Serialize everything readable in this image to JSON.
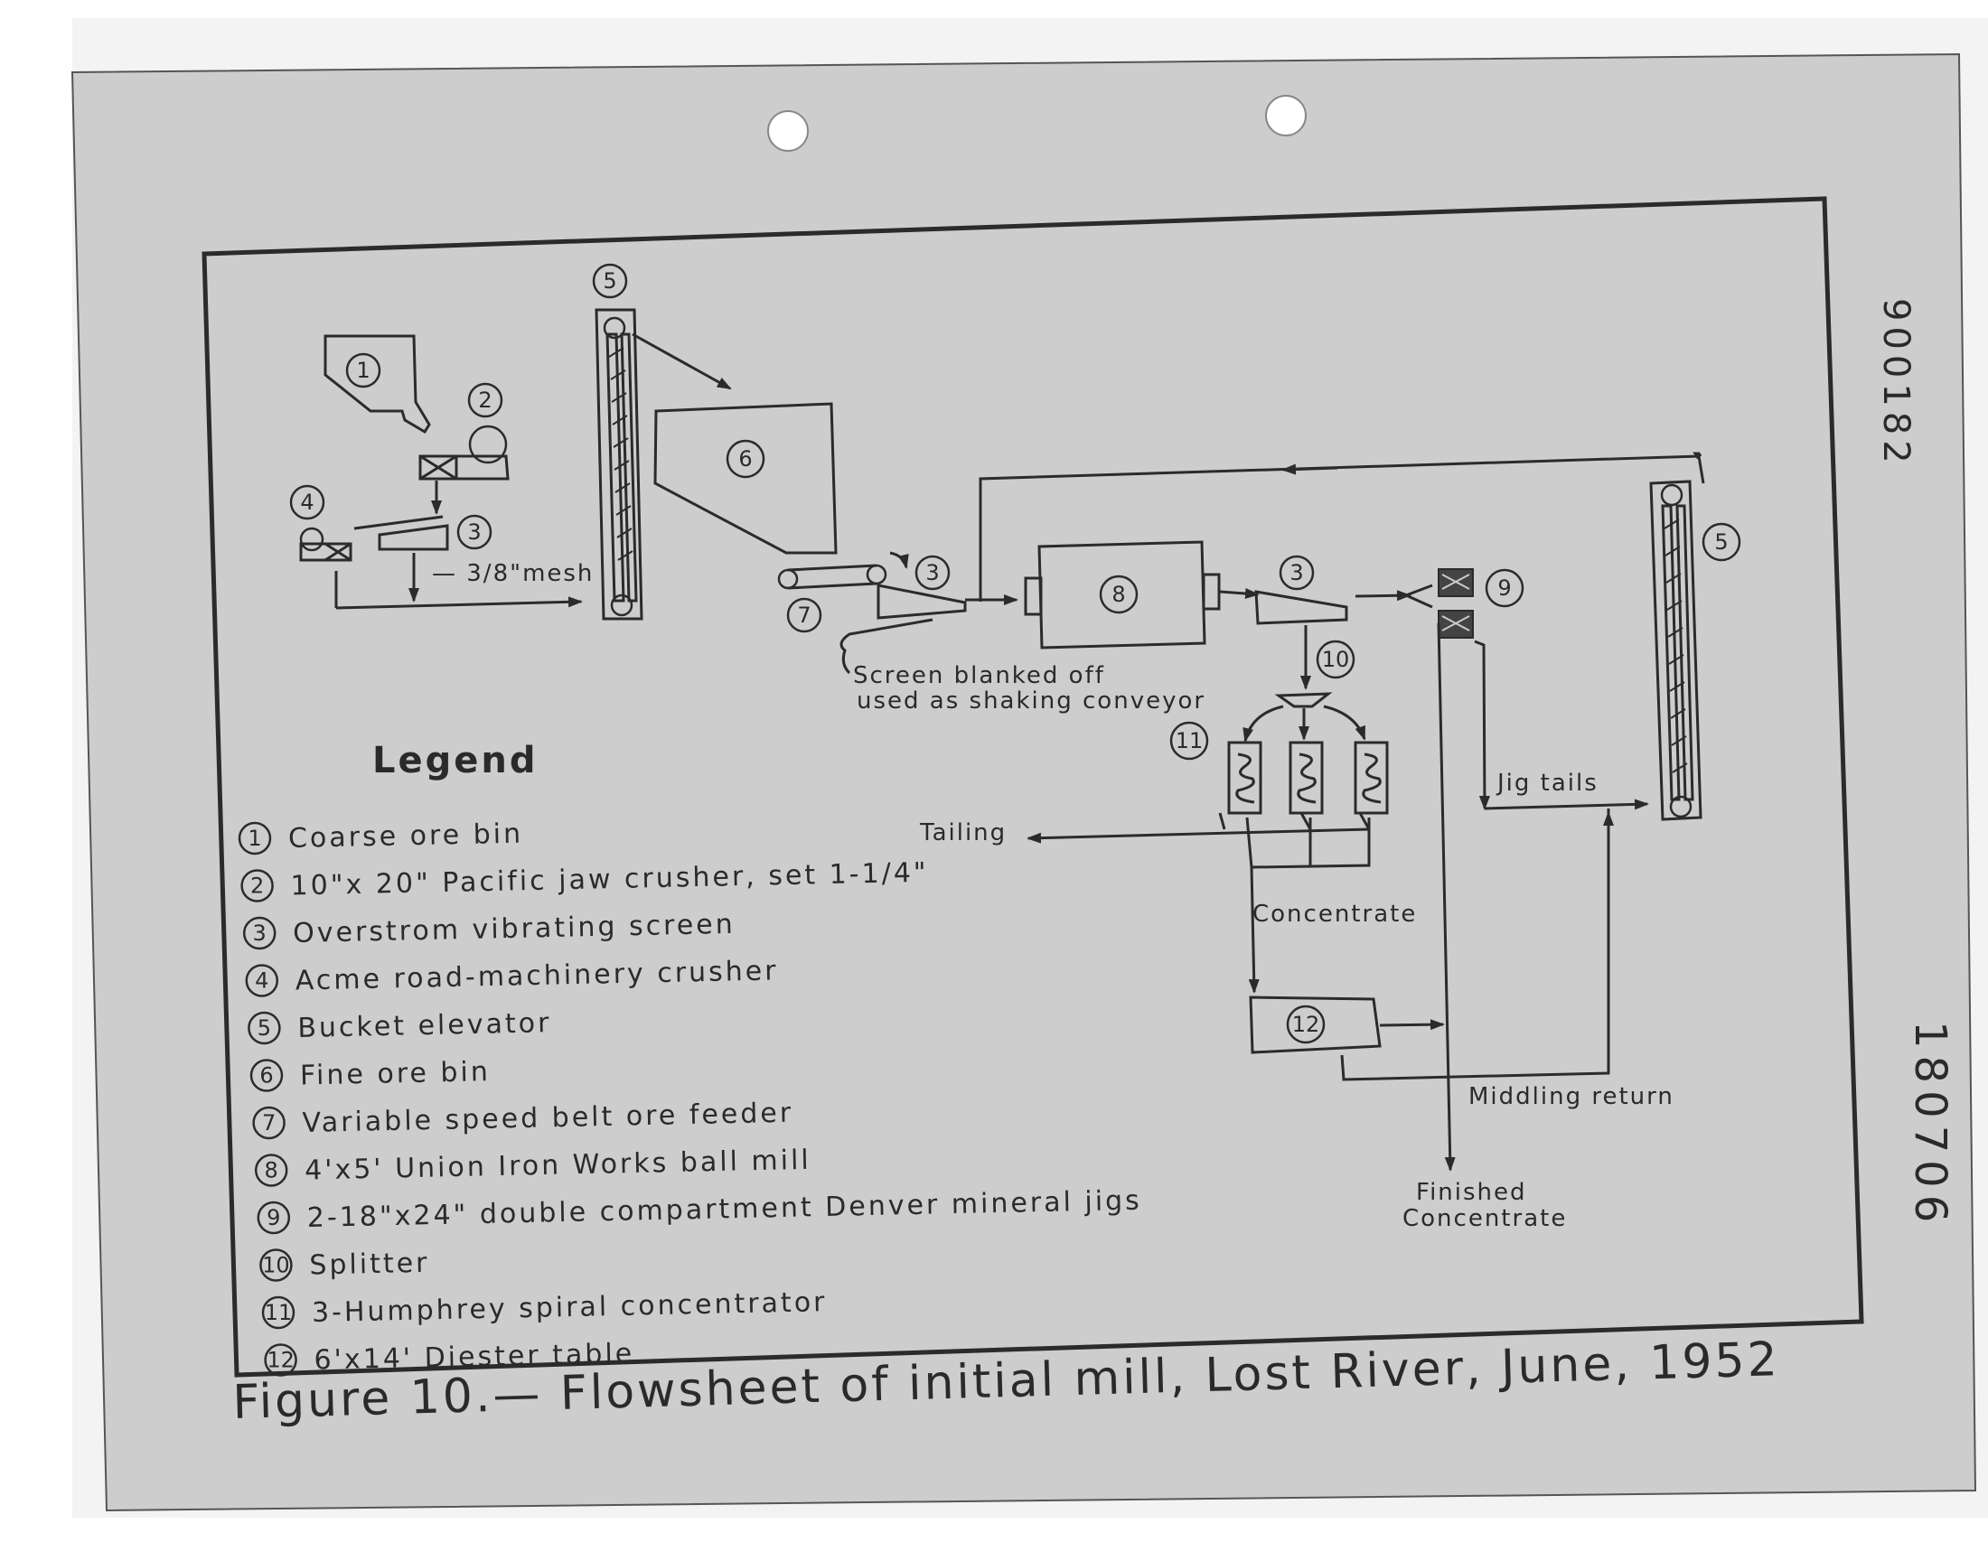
{
  "figure": {
    "caption": "Figure 10.— Flowsheet of initial mill, Lost River, June, 1952"
  },
  "stamps": {
    "side_number_top": "900182",
    "side_number_right": "180706"
  },
  "node_numbers": {
    "n1": "1",
    "n2": "2",
    "n3": "3",
    "n4": "4",
    "n5": "5",
    "n6": "6",
    "n7": "7",
    "n8": "8",
    "n9": "9",
    "n10": "10",
    "n11": "11",
    "n12": "12"
  },
  "labels": {
    "mesh": "— 3/8\"mesh",
    "screen_note_1": "Screen blanked off",
    "screen_note_2": "used as shaking conveyor",
    "tailing": "Tailing",
    "concentrate": "Concentrate",
    "jig_tails": "Jig tails",
    "middling_return": "Middling return",
    "finished_1": "Finished",
    "finished_2": "Concentrate"
  },
  "legend": {
    "title": "Legend",
    "items": [
      {
        "num": "1",
        "text": "Coarse  ore  bin"
      },
      {
        "num": "2",
        "text": "10\"x 20\" Pacific  jaw  crusher, set 1-1/4\""
      },
      {
        "num": "3",
        "text": "Overstrom  vibrating  screen"
      },
      {
        "num": "4",
        "text": "Acme road-machinery  crusher"
      },
      {
        "num": "5",
        "text": "Bucket  elevator"
      },
      {
        "num": "6",
        "text": "Fine  ore  bin"
      },
      {
        "num": "7",
        "text": "Variable  speed  belt  ore  feeder"
      },
      {
        "num": "8",
        "text": "4'x5' Union Iron  Works  ball  mill"
      },
      {
        "num": "9",
        "text": "2-18\"x24\" double  compartment  Denver  mineral  jigs"
      },
      {
        "num": "10",
        "text": "Splitter"
      },
      {
        "num": "11",
        "text": "3-Humphrey  spiral  concentrator"
      },
      {
        "num": "12",
        "text": "6'x14' Diester  table"
      }
    ]
  }
}
